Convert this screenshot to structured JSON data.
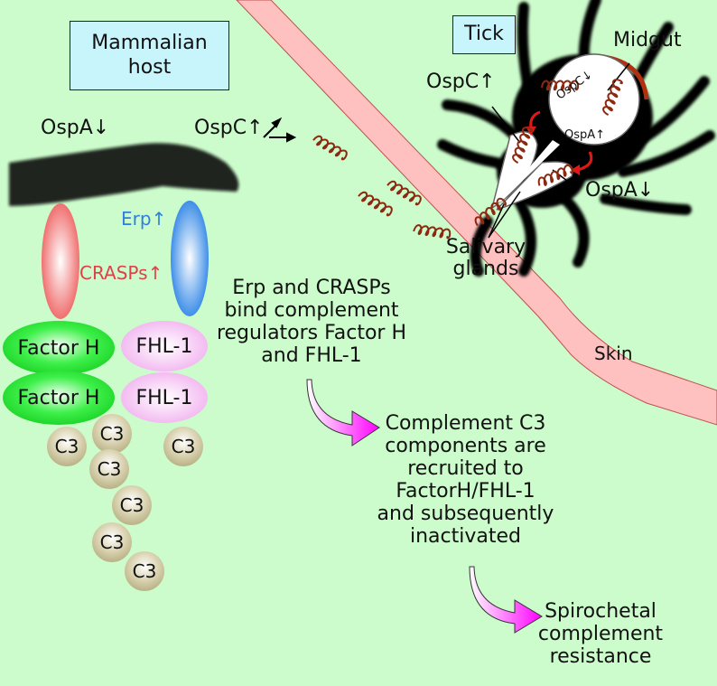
{
  "figure": {
    "background_color": "#ccfccc",
    "skin_color": "#ffc0c0",
    "spirochete_color": "#8b2a10",
    "flow_arrow_color": "#ff00ff"
  },
  "host_box": {
    "line1": "Mammalian",
    "line2": "host"
  },
  "tick_box": {
    "label": "Tick"
  },
  "host_labels": {
    "ospa": "OspA",
    "ospa_arrow": "↓",
    "ospc": "OspC",
    "ospc_arrow": "↑"
  },
  "receptors": {
    "erp": "Erp",
    "erp_arrow": "↑",
    "erp_color": "#2f7fe0",
    "crasps": "CRASPs",
    "crasps_arrow": "↑",
    "crasps_color": "#e0404a"
  },
  "regulators": {
    "factor_h": [
      "Factor H",
      "Factor H"
    ],
    "fhl1": [
      "FHL-1",
      "FHL-1"
    ]
  },
  "c3_units": [
    "C3",
    "C3",
    "C3",
    "C3",
    "C3",
    "C3",
    "C3"
  ],
  "tick_labels": {
    "midgut": "Midgut",
    "ospc_up": "OspC",
    "ospc_up_arrow": "↑",
    "ospc_gut": "OspC",
    "ospc_gut_arrow": "↓",
    "ospa_gut": "OspA",
    "ospa_gut_arrow": "↑",
    "ospa_down": "OspA",
    "ospa_down_arrow": "↓",
    "salivary_line1": "Salivary",
    "salivary_line2": "glands"
  },
  "skin_label": "Skin",
  "steps": [
    {
      "lines": [
        "Erp and CRASPs",
        "bind complement",
        "regulators Factor H",
        "and FHL-1"
      ]
    },
    {
      "lines": [
        "Complement C3",
        "components are",
        "recruited to",
        "FactorH/FHL-1",
        "and subsequently",
        "inactivated"
      ]
    },
    {
      "lines": [
        "Spirochetal",
        "complement",
        "resistance"
      ]
    }
  ]
}
